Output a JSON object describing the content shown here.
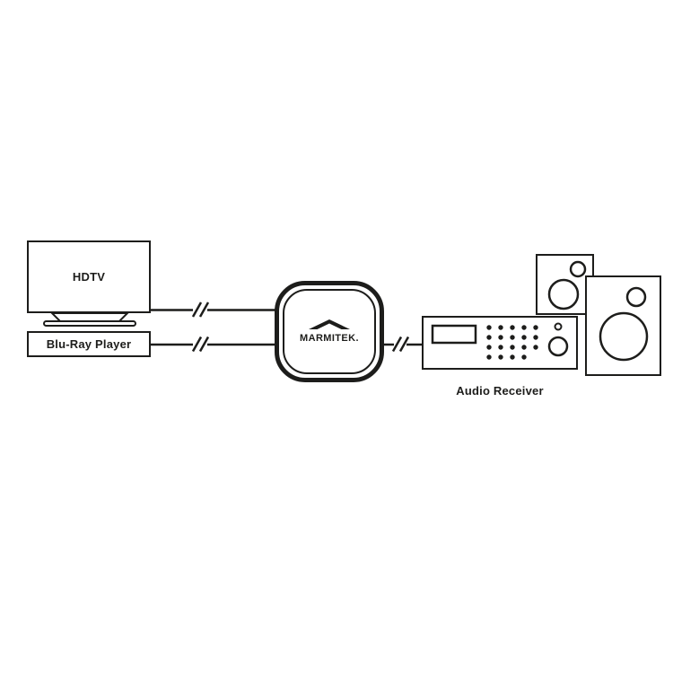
{
  "diagram": {
    "background_color": "#ffffff",
    "line_color": "#1d1d1b",
    "nodes": {
      "hdtv": {
        "label": "HDTV"
      },
      "bluray": {
        "label": "Blu-Ray Player"
      },
      "extender": {
        "brand": "MARMITEK."
      },
      "receiver": {
        "label": "Audio Receiver"
      },
      "speakers": {
        "count": 2
      }
    },
    "connections": [
      {
        "from": "HDTV",
        "to": "MARMITEK.",
        "break_marks": "//"
      },
      {
        "from": "Blu-Ray Player",
        "to": "MARMITEK.",
        "break_marks": "//"
      },
      {
        "from": "MARMITEK.",
        "to": "Audio Receiver",
        "break_marks": "//"
      }
    ]
  }
}
